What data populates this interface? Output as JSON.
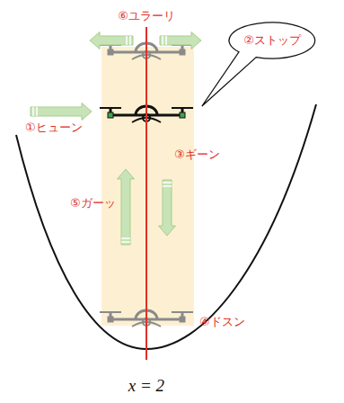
{
  "diagram": {
    "nodes": [
      {
        "text": [
          "②ストップ"
        ]
      }
    ],
    "labels": [
      "⑥ユラーリ",
      "①ヒューン",
      "③ギーン",
      "⑤ガーッ",
      "④ドスン",
      "x = 2"
    ]
  }
}
